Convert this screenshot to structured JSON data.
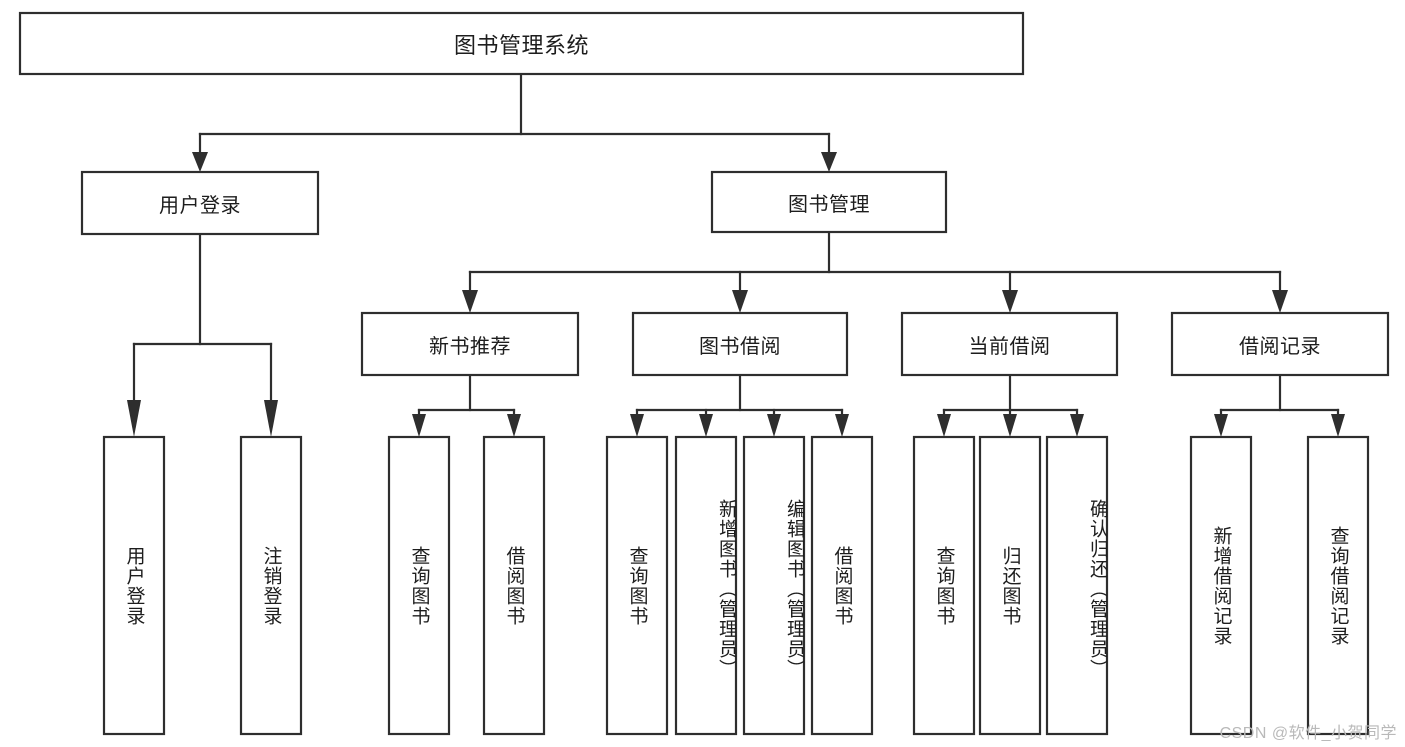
{
  "diagram": {
    "title": "图书管理系统",
    "type": "tree",
    "orientation": "top-down",
    "colors": {
      "box_fill": "#ffffff",
      "box_stroke": "#2e2e2e",
      "text": "#1d1d1d",
      "background": "#ffffff",
      "watermark": "#b9b9b9"
    },
    "watermark": "CSDN @软件_小贺同学",
    "nodes": {
      "root": {
        "label": "图书管理系统",
        "level": 0
      },
      "l1": [
        {
          "id": "user_login",
          "label": "用户登录"
        },
        {
          "id": "book_mgmt",
          "label": "图书管理"
        }
      ],
      "l2": [
        {
          "id": "new_book_rec",
          "label": "新书推荐",
          "parent": "book_mgmt"
        },
        {
          "id": "book_borrow",
          "label": "图书借阅",
          "parent": "book_mgmt"
        },
        {
          "id": "current_borrow",
          "label": "当前借阅",
          "parent": "book_mgmt"
        },
        {
          "id": "borrow_record",
          "label": "借阅记录",
          "parent": "book_mgmt"
        }
      ],
      "leaves": [
        {
          "id": "leaf_1",
          "label": "用户登录",
          "parent": "user_login"
        },
        {
          "id": "leaf_2",
          "label": "注销登录",
          "parent": "user_login"
        },
        {
          "id": "leaf_3",
          "label": "查询图书",
          "parent": "new_book_rec"
        },
        {
          "id": "leaf_4",
          "label": "借阅图书",
          "parent": "new_book_rec"
        },
        {
          "id": "leaf_5",
          "label": "查询图书",
          "parent": "book_borrow"
        },
        {
          "id": "leaf_6",
          "label": "新增图书（管理员）",
          "parent": "book_borrow"
        },
        {
          "id": "leaf_7",
          "label": "编辑图书（管理员）",
          "parent": "book_borrow"
        },
        {
          "id": "leaf_8",
          "label": "借阅图书",
          "parent": "book_borrow"
        },
        {
          "id": "leaf_9",
          "label": "查询图书",
          "parent": "current_borrow"
        },
        {
          "id": "leaf_10",
          "label": "归还图书",
          "parent": "current_borrow"
        },
        {
          "id": "leaf_11",
          "label": "确认归还（管理员）",
          "parent": "current_borrow"
        },
        {
          "id": "leaf_12",
          "label": "新增借阅记录",
          "parent": "borrow_record"
        },
        {
          "id": "leaf_13",
          "label": "查询借阅记录",
          "parent": "borrow_record"
        }
      ]
    }
  }
}
